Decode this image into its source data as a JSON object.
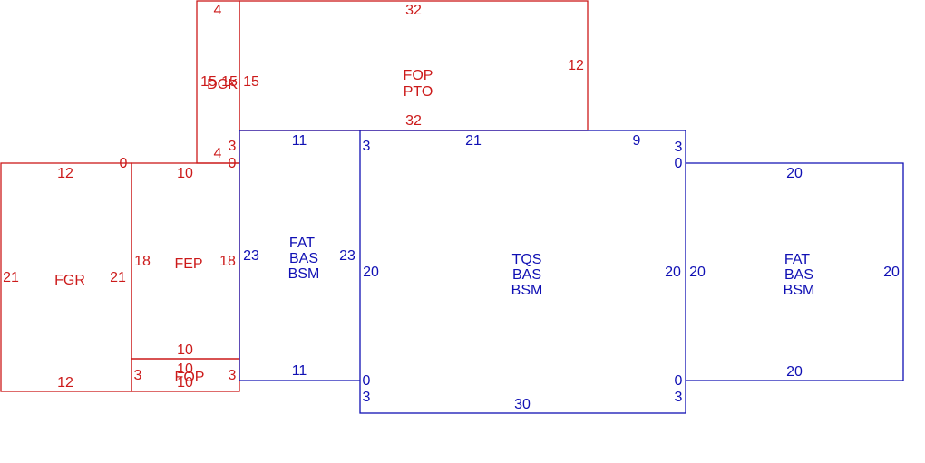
{
  "colors": {
    "red": "#cc1a1a",
    "blue": "#1010b4"
  },
  "rooms": [
    {
      "id": "dck",
      "color": "red",
      "name": [
        "DCK"
      ],
      "dims": {
        "top": "4",
        "bottom": "4",
        "left": "15",
        "right": "15"
      }
    },
    {
      "id": "fop-pto",
      "color": "red",
      "name": [
        "FOP",
        "PTO"
      ],
      "dims": {
        "top": "32",
        "bottom": "32",
        "left": "15",
        "right": "12"
      }
    },
    {
      "id": "fgr",
      "color": "red",
      "name": [
        "FGR"
      ],
      "dims": {
        "top": "12",
        "bottom": "12",
        "left": "21",
        "right": "21"
      }
    },
    {
      "id": "fep",
      "color": "red",
      "name": [
        "FEP"
      ],
      "dims": {
        "top": "10",
        "bottom": "10",
        "left": "18",
        "right": "18"
      }
    },
    {
      "id": "fop-small",
      "color": "red",
      "name": [
        "FOP"
      ],
      "dims": {
        "top": "10",
        "bottom": "10",
        "left": "3",
        "right": "3"
      }
    },
    {
      "id": "fat-left",
      "color": "blue",
      "name": [
        "FAT",
        "BAS",
        "BSM"
      ],
      "dims": {
        "top": "11",
        "bottom": "11",
        "left": "23",
        "right": "23"
      }
    },
    {
      "id": "tqs",
      "color": "blue",
      "name": [
        "TQS",
        "BAS",
        "BSM"
      ],
      "dims": {
        "top_a": "21",
        "top_b": "9",
        "bottom": "30",
        "left": "20",
        "right": "20"
      }
    },
    {
      "id": "fat-right",
      "color": "blue",
      "name": [
        "FAT",
        "BAS",
        "BSM"
      ],
      "dims": {
        "top": "20",
        "bottom": "20",
        "left": "20",
        "right": "20"
      }
    }
  ],
  "step_labels": {
    "dck_fep_0": "0",
    "dck_fep_3": "3",
    "fgr_corner_0": "0",
    "tqs_tl_3": "3",
    "tqs_tr_3": "3",
    "tqs_tr_0": "0",
    "tqs_bl_0": "0",
    "tqs_bl_3": "3",
    "tqs_br_0": "0",
    "tqs_br_3": "3"
  }
}
